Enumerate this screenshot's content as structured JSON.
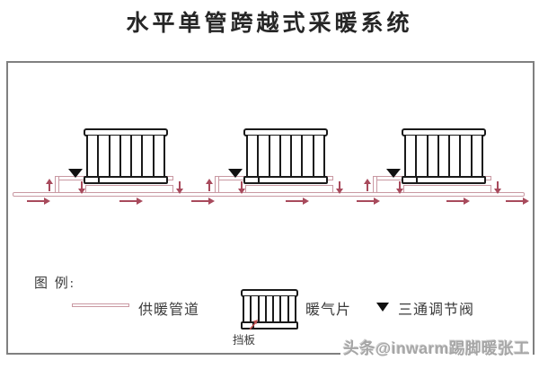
{
  "title": "水平单管跨越式采暖系统",
  "watermark": "头条@inwarm踢脚暖张工",
  "diagram": {
    "type": "heating-system-schematic",
    "radiator_count": 3,
    "radiator_sections": 7,
    "flow_direction": "right",
    "flow_arrow_count": 7
  },
  "legend": {
    "heading": "图 例:",
    "pipe_label": "供暖管道",
    "radiator_label": "暖气片",
    "valve_label": "三通调节阀",
    "baffle_label": "挡板"
  },
  "colors": {
    "pipe": "#c998a2",
    "flow_arrow": "#a84a5c",
    "valve": "#111111",
    "radiator_outline": "#1a1a1a",
    "frame_border": "#808080",
    "title_text": "#262626",
    "legend_text": "#3a3a3a",
    "watermark": "#a6a6a6",
    "baffle_arrow": "#c05050"
  }
}
